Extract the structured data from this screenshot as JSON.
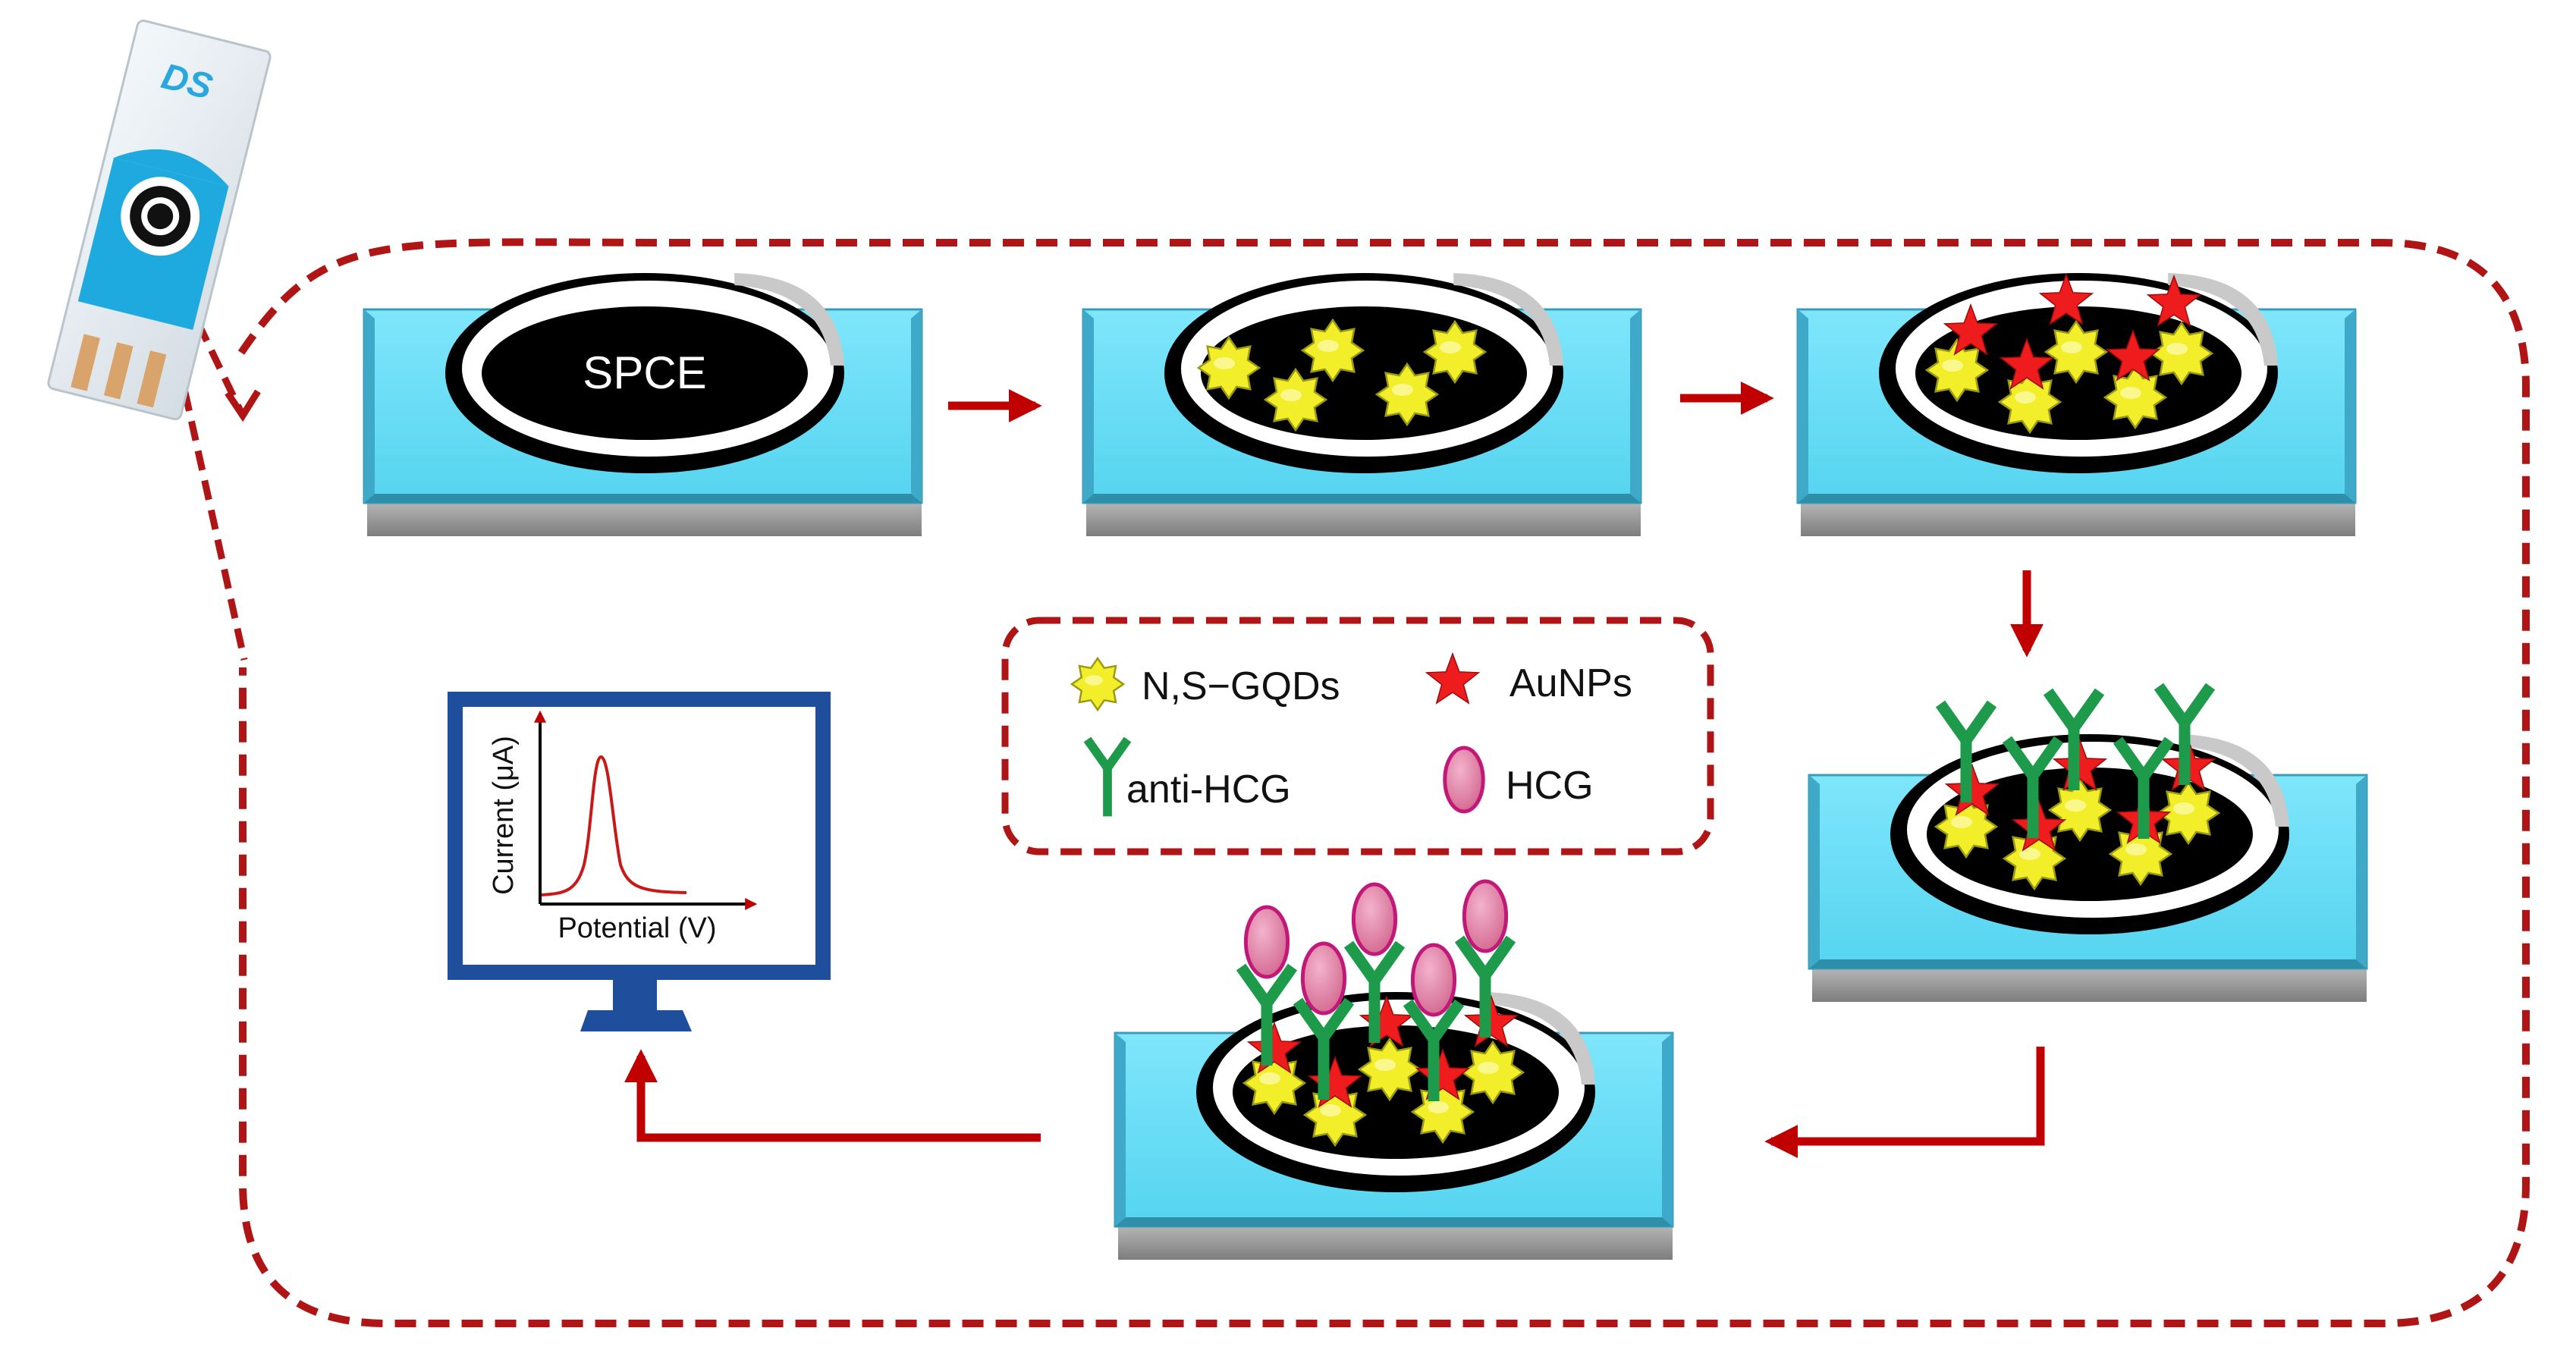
{
  "strip": {
    "logo": "DS"
  },
  "steps": [
    {
      "label": "SPCE"
    },
    {
      "label": ""
    },
    {
      "label": ""
    },
    {
      "label": ""
    },
    {
      "label": ""
    }
  ],
  "legend": {
    "items": [
      {
        "icon": "gqd-icon",
        "label": "N,S−GQDs"
      },
      {
        "icon": "aunp-icon",
        "label": "AuNPs"
      },
      {
        "icon": "antibody-icon",
        "label": "anti-HCG"
      },
      {
        "icon": "hcg-icon",
        "label": "HCG"
      }
    ]
  },
  "monitor": {
    "xlabel": "Potential (V)",
    "ylabel": "Current (μA)"
  },
  "colors": {
    "platform_top": "#6fe0f7",
    "platform_side": "#3fa9c9",
    "shadow": "#9a9a9a",
    "electrode": "#000000",
    "gqd": "#f2ef2a",
    "aunp": "#ee1c1c",
    "antibody": "#1d9a4a",
    "hcg_fill": "#d9789c",
    "hcg_edge": "#c2187a",
    "dashed": "#b01515",
    "arrow": "#c00000",
    "monitor": "#1f4e9c",
    "strip": "#1ea9df"
  }
}
